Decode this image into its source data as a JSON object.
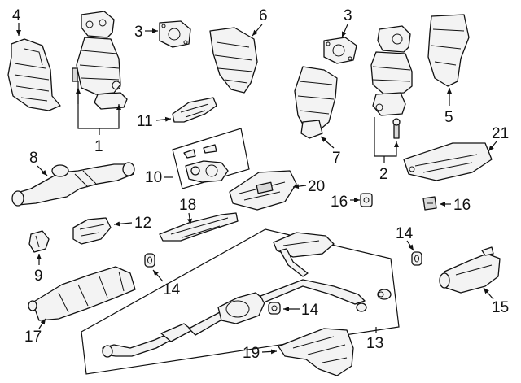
{
  "callouts": {
    "c1": "1",
    "c2": "2",
    "c3a": "3",
    "c3b": "3",
    "c4": "4",
    "c5": "5",
    "c6": "6",
    "c7": "7",
    "c8": "8",
    "c9": "9",
    "c10": "10",
    "c11": "11",
    "c12": "12",
    "c13": "13",
    "c14a": "14",
    "c14b": "14",
    "c14c": "14",
    "c15": "15",
    "c16a": "16",
    "c16b": "16",
    "c17": "17",
    "c18": "18",
    "c19": "19",
    "c20": "20",
    "c21": "21"
  }
}
